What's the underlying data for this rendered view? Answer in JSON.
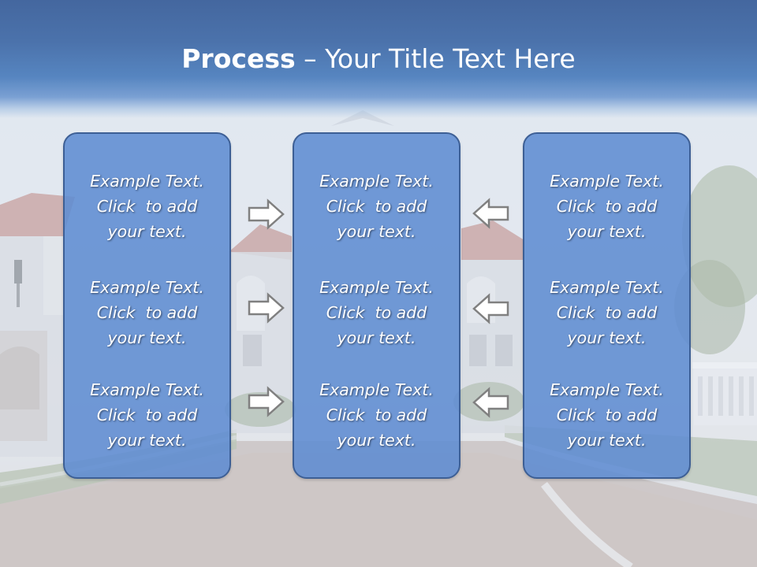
{
  "slide": {
    "title_bold": "Process",
    "title_rest": " – Your Title Text Here"
  },
  "columns": {
    "left": {
      "blocks": [
        {
          "line1": "Example Text.",
          "line2": "Click  to add",
          "line3": "your text."
        },
        {
          "line1": "Example Text.",
          "line2": "Click  to add",
          "line3": "your text."
        },
        {
          "line1": "Example Text.",
          "line2": "Click  to add",
          "line3": "your text."
        }
      ]
    },
    "center": {
      "blocks": [
        {
          "line1": "Example Text.",
          "line2": "Click  to add",
          "line3": "your text."
        },
        {
          "line1": "Example Text.",
          "line2": "Click  to add",
          "line3": "your text."
        },
        {
          "line1": "Example Text.",
          "line2": "Click  to add",
          "line3": "your text."
        }
      ]
    },
    "right": {
      "blocks": [
        {
          "line1": "Example Text.",
          "line2": "Click  to add",
          "line3": "your text."
        },
        {
          "line1": "Example Text.",
          "line2": "Click  to add",
          "line3": "your text."
        },
        {
          "line1": "Example Text.",
          "line2": "Click  to add",
          "line3": "your text."
        }
      ]
    }
  },
  "arrows": {
    "left_to_center": [
      "arrow-right-icon",
      "arrow-right-icon",
      "arrow-right-icon"
    ],
    "right_to_center": [
      "arrow-left-icon",
      "arrow-left-icon",
      "arrow-left-icon"
    ]
  },
  "colors": {
    "title_band": "#4b72ab",
    "box_fill": "#5e8cd2",
    "box_border": "#3d5f95",
    "arrow_fill": "#ffffff",
    "arrow_stroke": "#808080",
    "text": "#ffffff"
  }
}
